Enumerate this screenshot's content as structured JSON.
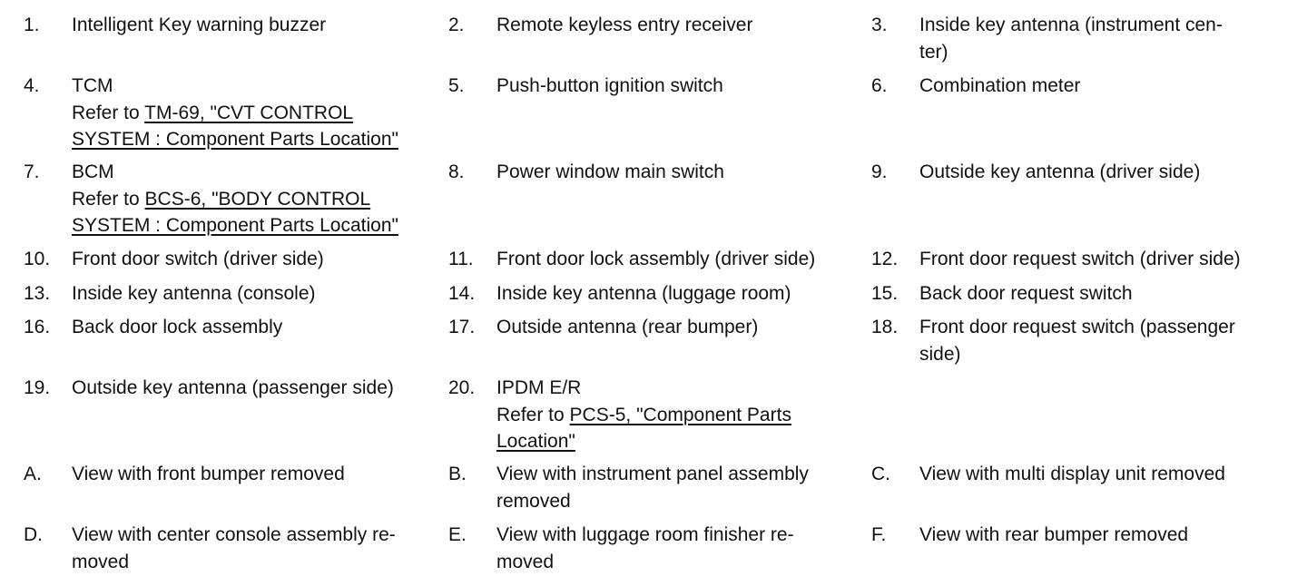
{
  "legend": {
    "e1": {
      "num": "1.",
      "text": "Intelligent Key warning buzzer"
    },
    "e2": {
      "num": "2.",
      "text": "Remote keyless entry receiver"
    },
    "e3": {
      "num": "3.",
      "line1": "Inside key antenna (instrument cen-",
      "line2": "ter)"
    },
    "e4": {
      "num": "4.",
      "text": "TCM",
      "ref_prefix": "Refer to ",
      "ref_link_1": "TM-69, \"CVT CONTROL ",
      "ref_link_2": "SYSTEM : Component Parts Location\""
    },
    "e5": {
      "num": "5.",
      "text": "Push-button ignition switch"
    },
    "e6": {
      "num": "6.",
      "text": "Combination meter"
    },
    "e7": {
      "num": "7.",
      "text": "BCM",
      "ref_prefix": "Refer to ",
      "ref_link_1": "BCS-6, \"BODY CONTROL ",
      "ref_link_2": "SYSTEM : Component Parts Location\""
    },
    "e8": {
      "num": "8.",
      "text": "Power window main switch"
    },
    "e9": {
      "num": "9.",
      "text": "Outside key antenna (driver side)"
    },
    "e10": {
      "num": "10.",
      "text": "Front door switch (driver side)"
    },
    "e11": {
      "num": "11.",
      "text": "Front door lock assembly (driver side)"
    },
    "e12": {
      "num": "12.",
      "text": "Front door request switch (driver side)"
    },
    "e13": {
      "num": "13.",
      "text": "Inside key antenna (console)"
    },
    "e14": {
      "num": "14.",
      "text": "Inside key antenna (luggage room)"
    },
    "e15": {
      "num": "15.",
      "text": "Back door request switch"
    },
    "e16": {
      "num": "16.",
      "text": "Back door lock assembly"
    },
    "e17": {
      "num": "17.",
      "text": "Outside antenna (rear bumper)"
    },
    "e18": {
      "num": "18.",
      "line1": "Front door request switch (passenger",
      "line2": "side)"
    },
    "e19": {
      "num": "19.",
      "text": "Outside key antenna (passenger side)"
    },
    "e20": {
      "num": "20.",
      "text": "IPDM E/R",
      "ref_prefix": "Refer to ",
      "ref_link_1": "PCS-5, \"Component Parts ",
      "ref_link_2": "Location\""
    },
    "eA": {
      "num": "A.",
      "text": "View with front bumper removed"
    },
    "eB": {
      "num": "B.",
      "line1": "View with instrument panel assembly",
      "line2": "removed"
    },
    "eC": {
      "num": "C.",
      "text": "View with multi display unit removed"
    },
    "eD": {
      "num": "D.",
      "line1": "View with center console assembly re-",
      "line2": "moved"
    },
    "eE": {
      "num": "E.",
      "line1": "View with luggage room finisher re-",
      "line2": "moved"
    },
    "eF": {
      "num": "F.",
      "text": "View with rear bumper removed"
    }
  }
}
